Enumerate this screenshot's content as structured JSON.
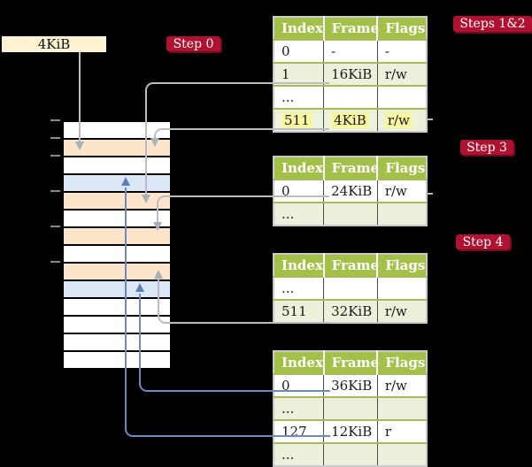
{
  "colors": {
    "background": "#000000",
    "badge_red": "#ae1230",
    "badge_shadow": "#6e0a1e",
    "table_header_green": "#a3c148",
    "table_row_green": "#ebf1da",
    "table_border_olive": "#a9ba5a",
    "highlight_yellow": "#f9f7a2",
    "stack_orange": "#fde5cc",
    "stack_blue": "#dbe7f7",
    "stack_white": "#ffffff",
    "frame_box_cream": "#fdf3d2",
    "line_gray": "#b9bcc2",
    "line_blue": "#6d8abc"
  },
  "frame_box": {
    "label": "4KiB"
  },
  "badges": {
    "step0": "Step 0",
    "steps12": "Steps 1&2",
    "step3": "Step 3",
    "step4": "Step 4"
  },
  "memory_stack": {
    "rows": [
      "white",
      "orange",
      "white",
      "blue",
      "orange",
      "white",
      "orange",
      "white",
      "orange",
      "blue",
      "white",
      "white",
      "white",
      "white"
    ]
  },
  "page_tables": [
    {
      "label": "steps-1-2-table",
      "headers": [
        "Index",
        "Frame",
        "Flags"
      ],
      "rows": [
        {
          "index": "0",
          "frame": "-",
          "flags": "-"
        },
        {
          "index": "1",
          "frame": "16KiB",
          "flags": "r/w"
        },
        {
          "index": "...",
          "frame": "",
          "flags": ""
        },
        {
          "index": "511",
          "frame": "4KiB",
          "flags": "r/w"
        }
      ]
    },
    {
      "label": "step-3-table",
      "headers": [
        "Index",
        "Frame",
        "Flags"
      ],
      "rows": [
        {
          "index": "0",
          "frame": "24KiB",
          "flags": "r/w"
        },
        {
          "index": "...",
          "frame": "",
          "flags": ""
        }
      ]
    },
    {
      "label": "step-4-table",
      "headers": [
        "Index",
        "Frame",
        "Flags"
      ],
      "rows": [
        {
          "index": "...",
          "frame": "",
          "flags": ""
        },
        {
          "index": "511",
          "frame": "32KiB",
          "flags": "r/w"
        }
      ]
    },
    {
      "label": "final-level-table",
      "headers": [
        "Index",
        "Frame",
        "Flags"
      ],
      "rows": [
        {
          "index": "0",
          "frame": "36KiB",
          "flags": "r/w"
        },
        {
          "index": "...",
          "frame": "",
          "flags": ""
        },
        {
          "index": "127",
          "frame": "12KiB",
          "flags": "r"
        },
        {
          "index": "...",
          "frame": "",
          "flags": ""
        }
      ]
    }
  ]
}
